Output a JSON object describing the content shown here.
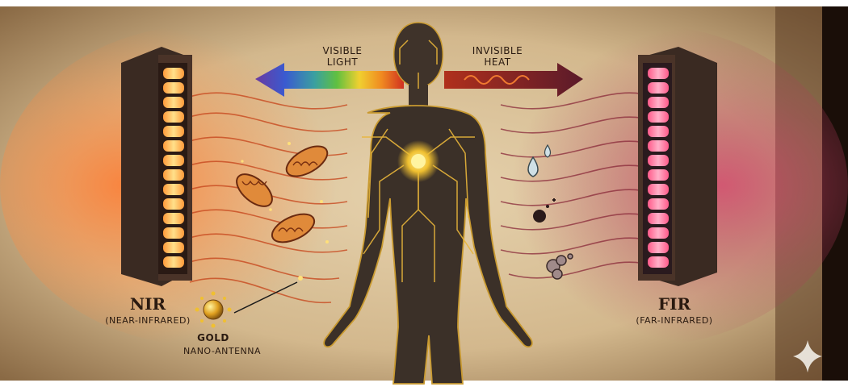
{
  "labels": {
    "visible_line1": "VISIBLE",
    "visible_line2": "LIGHT",
    "invisible_line1": "INVISIBLE",
    "invisible_line2": "HEAT",
    "nir_title": "NIR",
    "nir_sub": "(NEAR-INFRARED)",
    "gold_line1": "GOLD",
    "gold_line2": "NANO-ANTENNA",
    "fir_title": "FIR",
    "fir_sub": "(FAR-INFRARED)"
  },
  "colors": {
    "parchment": "#d9c19a",
    "nir_glow": "#ff6a2a",
    "fir_glow": "#c2406a",
    "circuit_gold": "#e8b53a",
    "body": "#3b3028"
  },
  "icons": [
    "mitochondria-icon",
    "water-drop-icon",
    "free-radical-icon",
    "toxin-cluster-icon",
    "sparkle-icon"
  ]
}
